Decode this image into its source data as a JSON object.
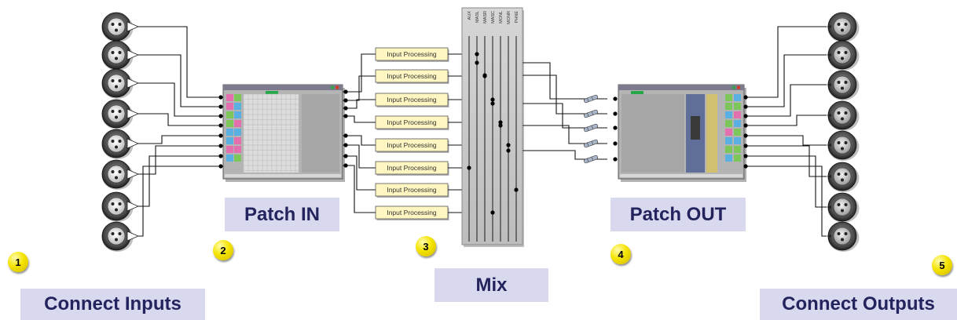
{
  "labels": {
    "connect_inputs": "Connect Inputs",
    "patch_in": "Patch IN",
    "mix": "Mix",
    "patch_out": "Patch OUT",
    "connect_outputs": "Connect Outputs"
  },
  "steps": [
    "1",
    "2",
    "3",
    "4",
    "5"
  ],
  "processing_label": "Input Processing",
  "mix_buses": [
    "AUX",
    "MASL",
    "MASR",
    "MASC",
    "MONL",
    "MONR",
    "PHNE"
  ],
  "colors": {
    "label_bg": "#d8d8ee",
    "label_text": "#23235e",
    "badge_yellow": "#f5e400",
    "processing_box": "#fff6c2",
    "mixer_panel": "#c9c9c9"
  },
  "icons": {
    "input_connector": "xlr-female-connector-icon",
    "output_connector": "xlr-male-connector-icon",
    "insert_jack": "jack-plug-icon"
  }
}
